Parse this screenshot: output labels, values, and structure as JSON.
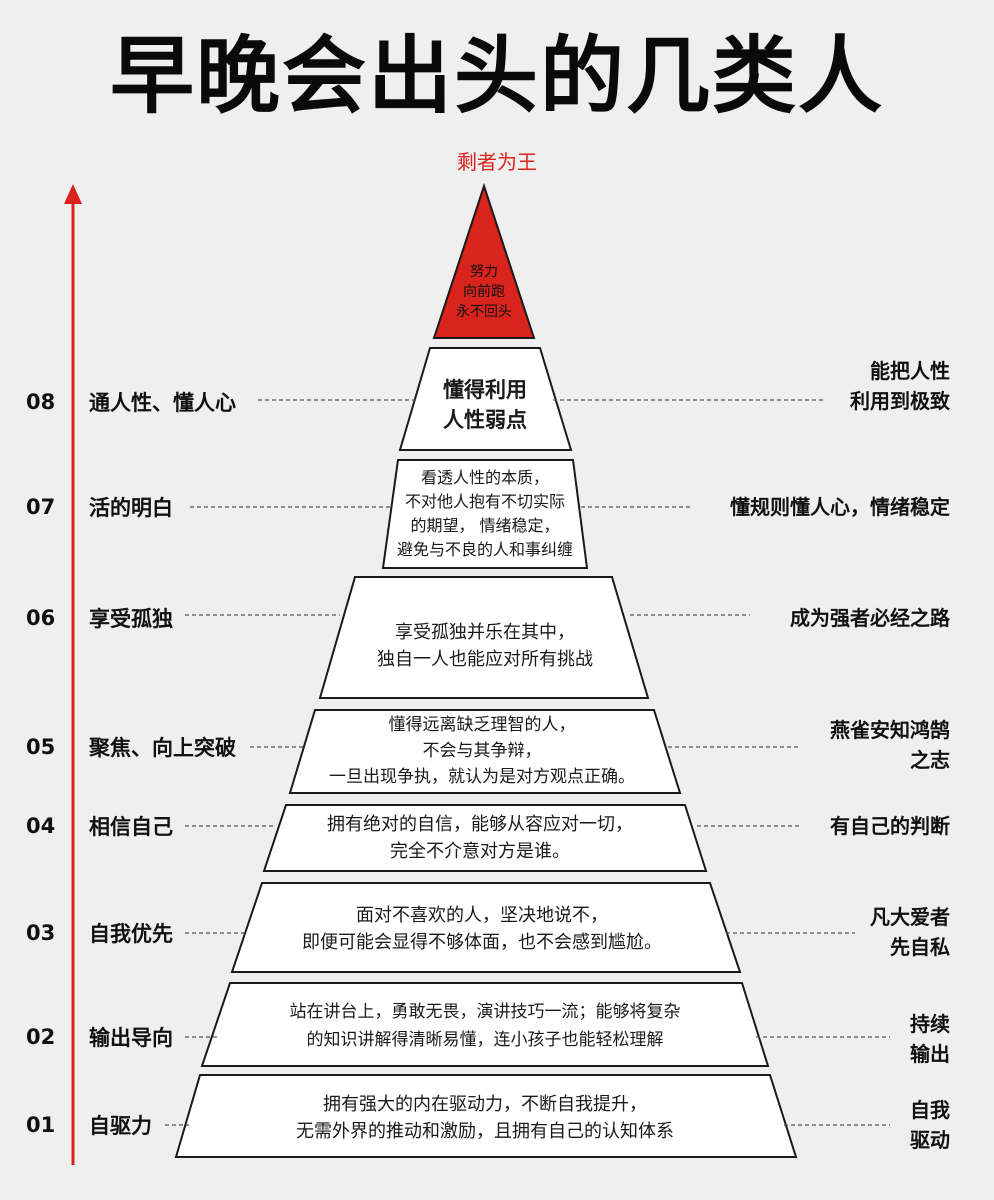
{
  "title": "早晚会出头的几类人",
  "top_label": "剩者为王",
  "tip_lines": [
    "努力",
    "向前跑",
    "永不回头"
  ],
  "colors": {
    "accent": "#d9231d",
    "background": "#efefef",
    "border": "#1a1a1a"
  },
  "levels": [
    {
      "num": "08",
      "left": "通人性、懂人心",
      "inner": [
        "懂得利用",
        "人性弱点"
      ],
      "right": [
        "能把人性",
        "利用到极致"
      ]
    },
    {
      "num": "07",
      "left": "活的明白",
      "inner": [
        "看透人性的本质，",
        "不对他人抱有不切实际",
        "的期望， 情绪稳定，",
        "避免与不良的人和事纠缠"
      ],
      "right": [
        "懂规则懂人心，情绪稳定"
      ]
    },
    {
      "num": "06",
      "left": "享受孤独",
      "inner": [
        "享受孤独并乐在其中，",
        "独自一人也能应对所有挑战"
      ],
      "right": [
        "成为强者必经之路"
      ]
    },
    {
      "num": "05",
      "left": "聚焦、向上突破",
      "inner": [
        "懂得远离缺乏理智的人，",
        "不会与其争辩，",
        "一旦出现争执，就认为是对方观点正确。"
      ],
      "right": [
        "燕雀安知鸿鹄",
        "之志"
      ]
    },
    {
      "num": "04",
      "left": "相信自己",
      "inner": [
        "拥有绝对的自信，能够从容应对一切，",
        "完全不介意对方是谁。"
      ],
      "right": [
        "有自己的判断"
      ]
    },
    {
      "num": "03",
      "left": "自我优先",
      "inner": [
        "面对不喜欢的人，坚决地说不，",
        "即便可能会显得不够体面，也不会感到尴尬。"
      ],
      "right": [
        "凡大爱者",
        "先自私"
      ]
    },
    {
      "num": "02",
      "left": "输出导向",
      "inner": [
        "站在讲台上，勇敢无畏，演讲技巧一流；能够将复杂",
        "的知识讲解得清晰易懂，连小孩子也能轻松理解"
      ],
      "right": [
        "持续",
        "输出"
      ]
    },
    {
      "num": "01",
      "left": "自驱力",
      "inner": [
        "拥有强大的内在驱动力，不断自我提升，",
        "无需外界的推动和激励，且拥有自己的认知体系"
      ],
      "right": [
        "自我",
        "驱动"
      ]
    }
  ]
}
